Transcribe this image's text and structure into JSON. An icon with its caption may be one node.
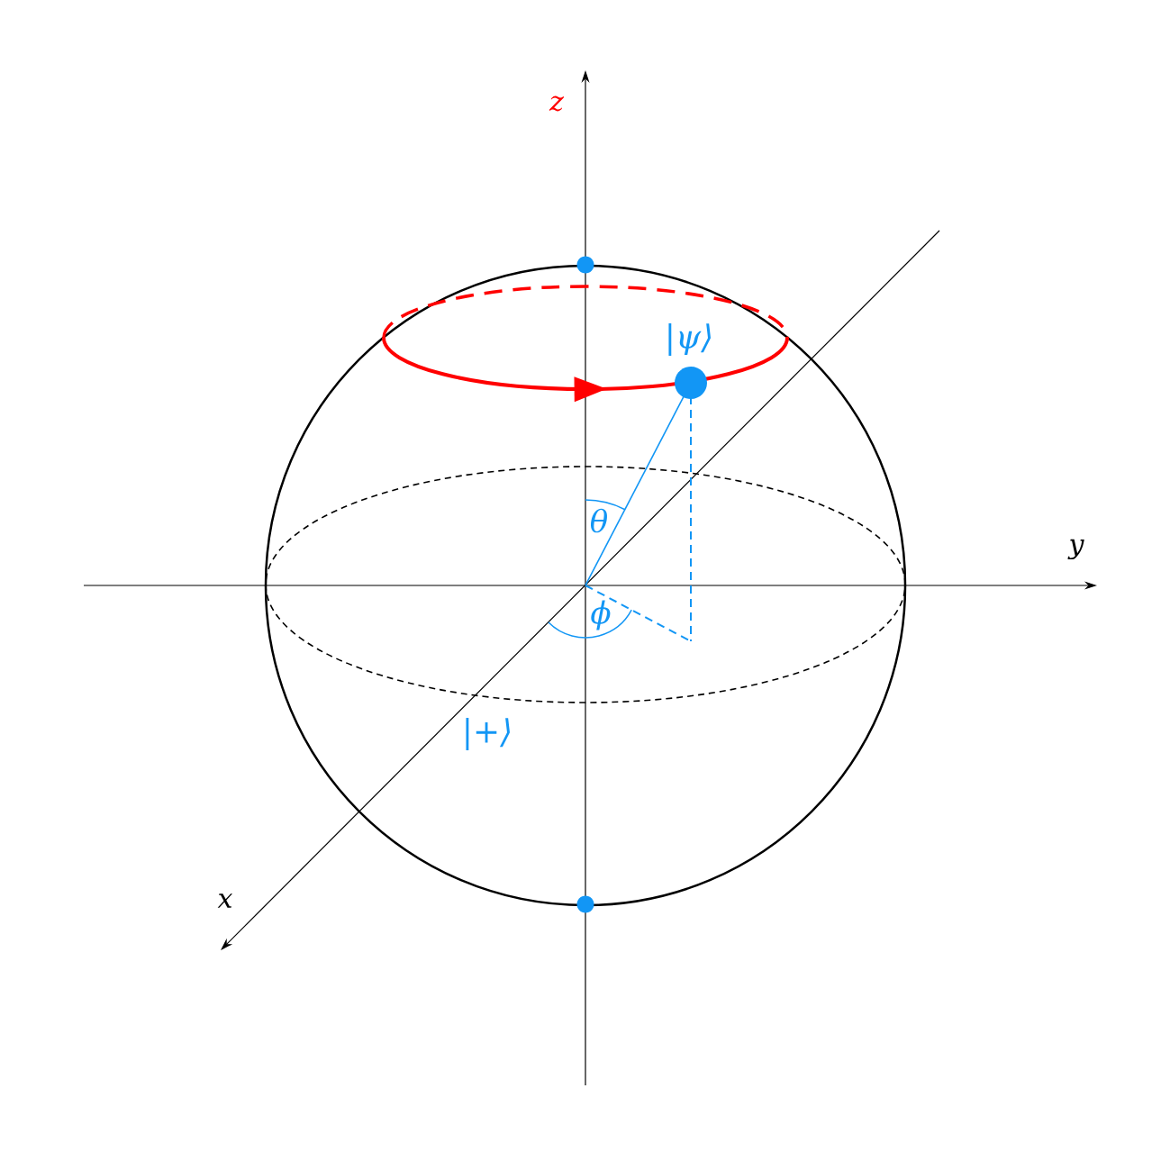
{
  "diagram": {
    "labels": [
      "z",
      "|ψ⟩",
      "θ",
      "y",
      "ϕ",
      "|+⟩",
      "x"
    ]
  }
}
